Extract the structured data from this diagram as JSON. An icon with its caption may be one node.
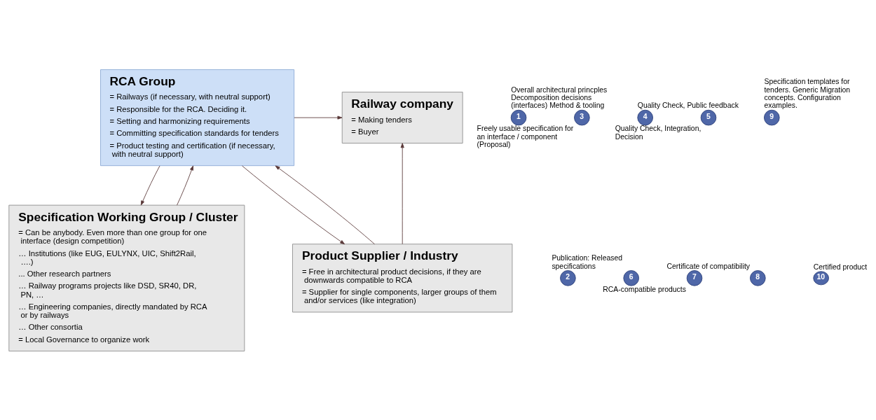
{
  "diagram": {
    "nodes": [
      {
        "text": [
          "RCA Group",
          "= Railways (if necessary, with neutral support)",
          "= Responsible for the RCA. Deciding it.",
          "= Setting and harmonizing requirements",
          "= Committing specification standards for tenders",
          "= Product testing and certification (if necessary, with neutral support)"
        ]
      },
      {
        "text": [
          "Railway company",
          "= Making tenders",
          "= Buyer"
        ]
      },
      {
        "text": [
          "Specification Working Group / Cluster",
          "= Can be anybody. Even more than one group for one interface (design competition)",
          "… Institutions (like EUG, EULYNX, UIC, Shift2Rail, ….)",
          "... Other research partners",
          "… Railway programs projects like DSD, SR40, DR, PN, …",
          "… Engineering companies, directly mandated by RCA or by railways",
          "… Other consortia",
          "= Local Governance to organize work"
        ]
      },
      {
        "text": [
          "Product Supplier / Industry",
          "= Free in architectural product decisions, if they are downwards compatible to RCA",
          "= Supplier for single components, larger groups of them and/or services (like integration)"
        ]
      },
      {
        "text": [
          "1"
        ],
        "beside": [
          "Overall architectural princples Decomposition decisions (interfaces) Method & tooling"
        ]
      },
      {
        "text": [
          "2"
        ]
      },
      {
        "text": [
          "3"
        ],
        "beside": [
          "Freely usable specification for an interface / component (Proposal)"
        ]
      },
      {
        "text": [
          "4"
        ],
        "beside": [
          "Quality Check, Public feedback"
        ]
      },
      {
        "text": [
          "5"
        ],
        "beside": [
          "Quality Check, Integration, Decision"
        ]
      },
      {
        "text": [
          "6"
        ],
        "beside": [
          "Publication: Released specifications"
        ]
      },
      {
        "text": [
          "7"
        ],
        "beside": [
          "RCA-compatible products"
        ]
      },
      {
        "text": [
          "8"
        ],
        "beside": [
          "Certificate of compatibility"
        ]
      },
      {
        "text": [
          "9"
        ],
        "beside": [
          "Specification templates for tenders. Generic Migration concepts. Configuration examples."
        ]
      },
      {
        "text": [
          "10"
        ],
        "beside": [
          "Certified product"
        ]
      }
    ],
    "edges": [
      {
        "from": 0,
        "to": 2,
        "arrow": "to"
      },
      {
        "from": 2,
        "to": 0,
        "arrow": "to"
      },
      {
        "from": 0,
        "to": 3,
        "arrow": "to"
      },
      {
        "from": 3,
        "to": 0,
        "arrow": "to"
      },
      {
        "from": 0,
        "to": 1,
        "arrow": "to"
      },
      {
        "from": 3,
        "to": 1,
        "arrow": "to"
      }
    ]
  }
}
